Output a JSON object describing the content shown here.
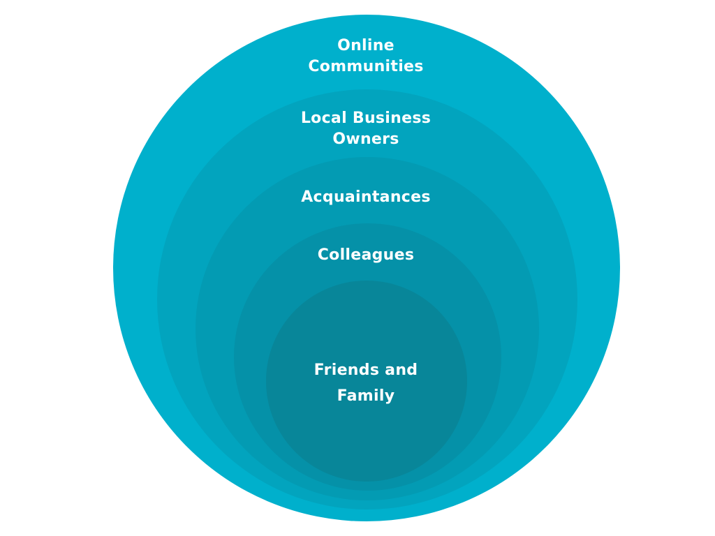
{
  "diagram": {
    "rings": [
      {
        "label_lines": [
          "Online",
          "Communities"
        ],
        "color": "#00B0CC"
      },
      {
        "label_lines": [
          "Local Business",
          "Owners"
        ],
        "color": "#02A4BE"
      },
      {
        "label_lines": [
          "Acquaintances"
        ],
        "color": "#039BB3"
      },
      {
        "label_lines": [
          "Colleagues"
        ],
        "color": "#0591A8"
      },
      {
        "label_lines": [
          "Friends and",
          "Family"
        ],
        "color": "#088699"
      }
    ]
  }
}
